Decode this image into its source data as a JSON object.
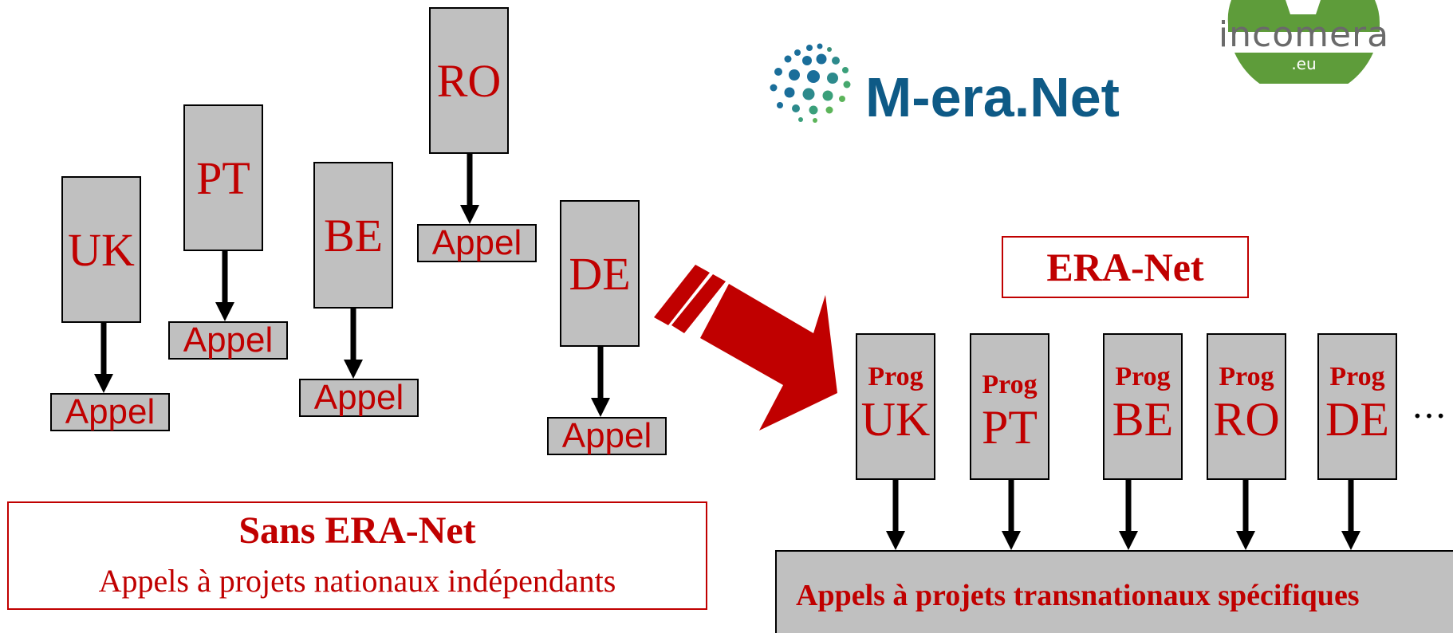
{
  "left_countries": [
    {
      "code": "UK",
      "appel": "Appel"
    },
    {
      "code": "PT",
      "appel": "Appel"
    },
    {
      "code": "BE",
      "appel": "Appel"
    },
    {
      "code": "RO",
      "appel": "Appel"
    },
    {
      "code": "DE",
      "appel": "Appel"
    }
  ],
  "sans_box": {
    "title": "Sans ERA-Net",
    "subtitle": "Appels à projets nationaux indépendants"
  },
  "era_box": {
    "title": "ERA-Net"
  },
  "programs": [
    {
      "label": "Prog",
      "code": "UK"
    },
    {
      "label": "Prog",
      "code": "PT"
    },
    {
      "label": "Prog",
      "code": "BE"
    },
    {
      "label": "Prog",
      "code": "RO"
    },
    {
      "label": "Prog",
      "code": "DE"
    }
  ],
  "ellipsis": "…",
  "bottom_bar": {
    "label": "Appels à projets transnationaux spécifiques"
  },
  "logos": {
    "mera": {
      "text": "M-era.Net",
      "icon": "dotted-sphere-icon",
      "color": "#0e5a86"
    },
    "incomera": {
      "text": "incomera",
      "sub": ".eu",
      "icon": "incomera-leaf-logo",
      "color": "#5e9c3a"
    }
  },
  "colors": {
    "accent": "#c00000",
    "box_fill": "#c0c0c0"
  }
}
